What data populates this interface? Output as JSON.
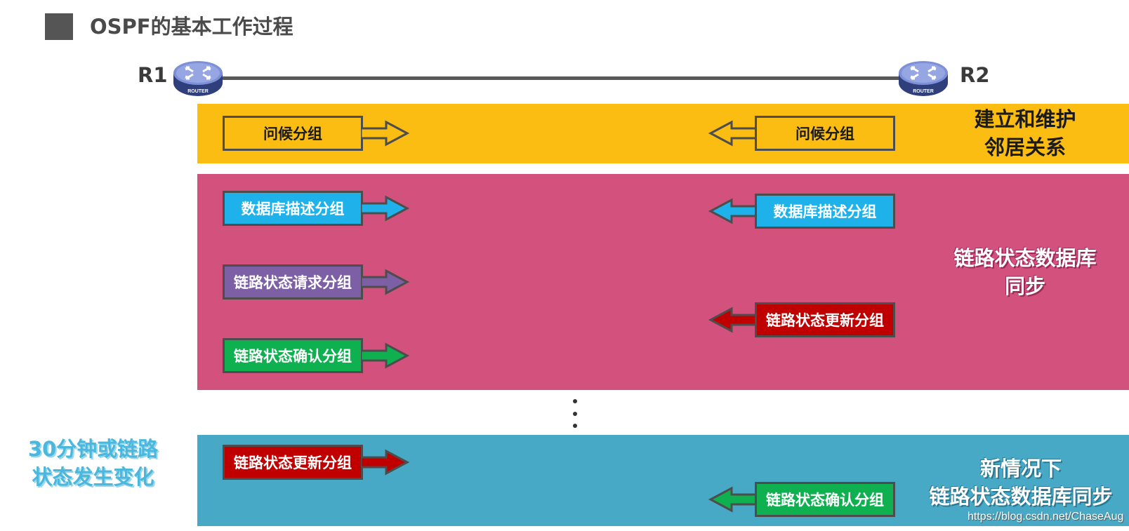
{
  "title": "OSPF的基本工作过程",
  "routers": {
    "left": "R1",
    "right": "R2",
    "icon_text": "ROUTER"
  },
  "phases": {
    "neighbor": {
      "label_line1": "建立和维护",
      "label_line2": "邻居关系",
      "color": "#fbbd11"
    },
    "lsdb_sync": {
      "label_line1": "链路状态数据库",
      "label_line2": "同步",
      "color": "#d2527d"
    },
    "resync": {
      "label_line1": "新情况下",
      "label_line2": "链路状态数据库同步",
      "color": "#47a9c5"
    }
  },
  "packets": {
    "hello_r1": {
      "label": "问候分组",
      "color": "#fbbd11",
      "direction": "right"
    },
    "hello_r2": {
      "label": "问候分组",
      "color": "#fbbd11",
      "direction": "left"
    },
    "dd_r1": {
      "label": "数据库描述分组",
      "color": "#1fb1ea",
      "direction": "right"
    },
    "dd_r2": {
      "label": "数据库描述分组",
      "color": "#1fb1ea",
      "direction": "left"
    },
    "lsr_r1": {
      "label": "链路状态请求分组",
      "color": "#7c5fa5",
      "direction": "right"
    },
    "lsu_r2": {
      "label": "链路状态更新分组",
      "color": "#c00000",
      "direction": "left"
    },
    "lsack_r1": {
      "label": "链路状态确认分组",
      "color": "#0fb04f",
      "direction": "right"
    },
    "lsu_r1_new": {
      "label": "链路状态更新分组",
      "color": "#c00000",
      "direction": "right"
    },
    "lsack_r2_new": {
      "label": "链路状态确认分组",
      "color": "#0fb04f",
      "direction": "left"
    }
  },
  "trigger_note": {
    "line1": "30分钟或链路",
    "line2": "状态发生变化"
  },
  "watermark": "https://blog.csdn.net/ChaseAug"
}
